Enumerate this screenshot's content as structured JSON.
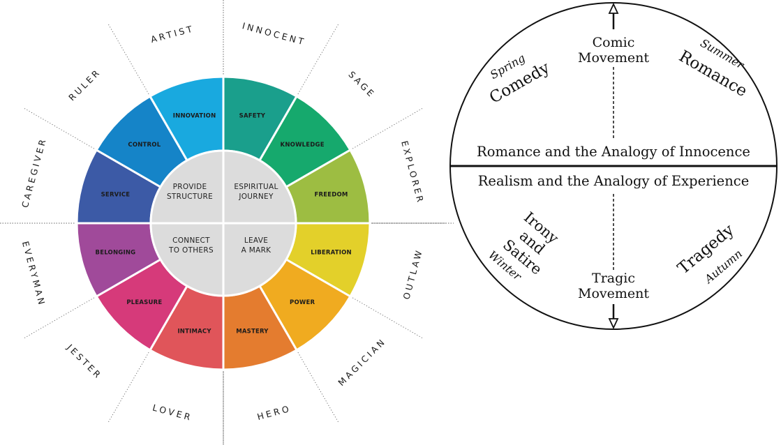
{
  "archetype_wheel": {
    "quadrants": [
      {
        "id": "provide-structure",
        "lines": [
          "PROVIDE",
          "STRUCTURE"
        ]
      },
      {
        "id": "espiritual-journey",
        "lines": [
          "ESPIRITUAL",
          "JOURNEY"
        ]
      },
      {
        "id": "connect-to-others",
        "lines": [
          "CONNECT",
          "TO OTHERS"
        ]
      },
      {
        "id": "leave-a-mark",
        "lines": [
          "LEAVE",
          "A MARK"
        ]
      }
    ],
    "segments": [
      {
        "label": "SAFETY",
        "archetype": "INNOCENT",
        "color": "#1a9f8c"
      },
      {
        "label": "KNOWLEDGE",
        "archetype": "SAGE",
        "color": "#16a96d"
      },
      {
        "label": "FREEDOM",
        "archetype": "EXPLORER",
        "color": "#9dbd42"
      },
      {
        "label": "LIBERATION",
        "archetype": "OUTLAW",
        "color": "#e3d02a"
      },
      {
        "label": "POWER",
        "archetype": "MAGICIAN",
        "color": "#f0ab20"
      },
      {
        "label": "MASTERY",
        "archetype": "HERO",
        "color": "#e47c2f"
      },
      {
        "label": "INTIMACY",
        "archetype": "LOVER",
        "color": "#e0555a"
      },
      {
        "label": "PLEASURE",
        "archetype": "JESTER",
        "color": "#d63a7a"
      },
      {
        "label": "BELONGING",
        "archetype": "EVERYMAN",
        "color": "#a04a9a"
      },
      {
        "label": "SERVICE",
        "archetype": "CAREGIVER",
        "color": "#3c5aa6"
      },
      {
        "label": "CONTROL",
        "archetype": "RULER",
        "color": "#1584c8"
      },
      {
        "label": "INNOVATION",
        "archetype": "ARTIST",
        "color": "#19a9df"
      }
    ],
    "center_color": "#dcdcdc"
  },
  "frye_diagram": {
    "top_movement": [
      "Comic",
      "Movement"
    ],
    "bottom_movement": [
      "Tragic",
      "Movement"
    ],
    "top_band": "Romance and the Analogy of Innocence",
    "bottom_band": "Realism and the Analogy of Experience",
    "quadrants": {
      "top_left": {
        "season": "Spring",
        "mode": [
          "Comedy"
        ]
      },
      "top_right": {
        "season": "Summer",
        "mode": [
          "Romance"
        ]
      },
      "bottom_left": {
        "season": "Winter",
        "mode": [
          "Irony",
          "and",
          "Satire"
        ]
      },
      "bottom_right": {
        "season": "Autumn",
        "mode": [
          "Tragedy"
        ]
      }
    }
  }
}
